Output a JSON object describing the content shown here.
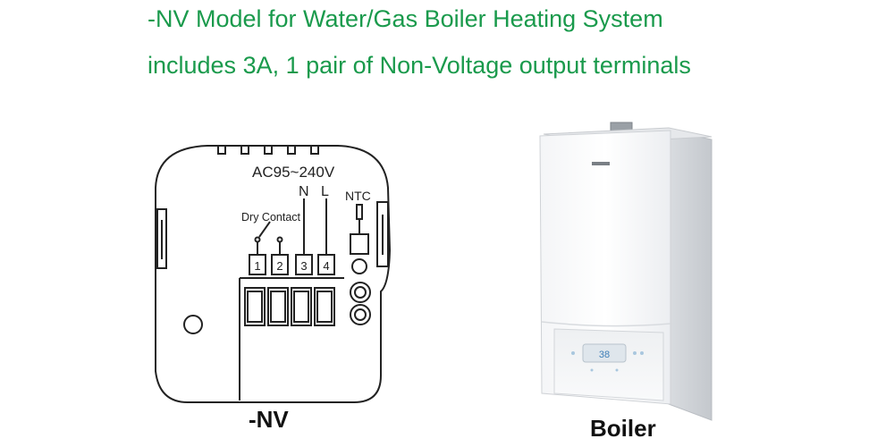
{
  "header": {
    "line1": "-NV Model for Water/Gas Boiler Heating System",
    "line2": "includes 3A, 1 pair of Non-Voltage output terminals",
    "color": "#1a9a4c"
  },
  "wiring_diagram": {
    "supply_label": "AC95~240V",
    "neutral_label": "N",
    "live_label": "L",
    "sensor_label": "NTC",
    "dry_contact_label": "Dry Contact",
    "terminals": [
      "1",
      "2",
      "3",
      "4"
    ],
    "caption": "-NV"
  },
  "boiler": {
    "display_value": "38",
    "caption": "Boiler"
  }
}
